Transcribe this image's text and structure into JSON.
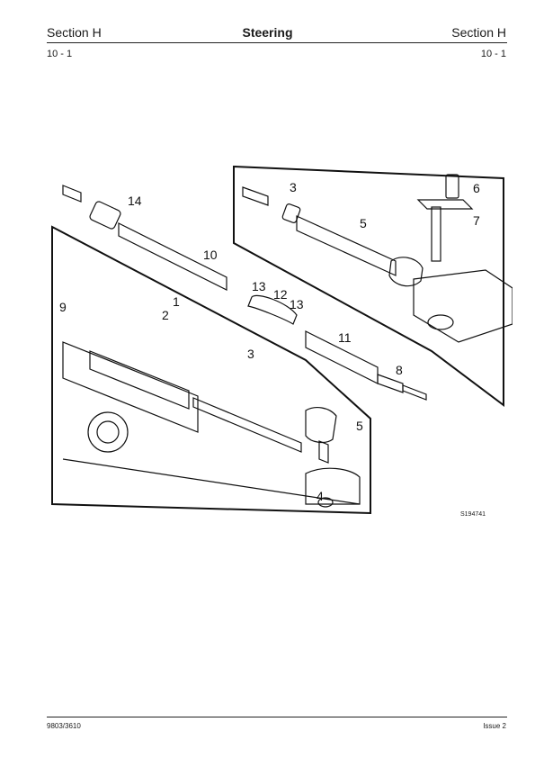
{
  "header": {
    "section_left": "Section H",
    "title": "Steering",
    "section_right": "Section H"
  },
  "subheader": {
    "page_left": "10 - 1",
    "page_right": "10 - 1"
  },
  "figure": {
    "reference": "S194741",
    "callouts": [
      "1",
      "2",
      "3",
      "4",
      "5",
      "6",
      "7",
      "8",
      "9",
      "10",
      "11",
      "12",
      "13",
      "14",
      "3",
      "5",
      "13"
    ]
  },
  "footer": {
    "doc_number": "9803/3610",
    "issue": "Issue 2"
  }
}
